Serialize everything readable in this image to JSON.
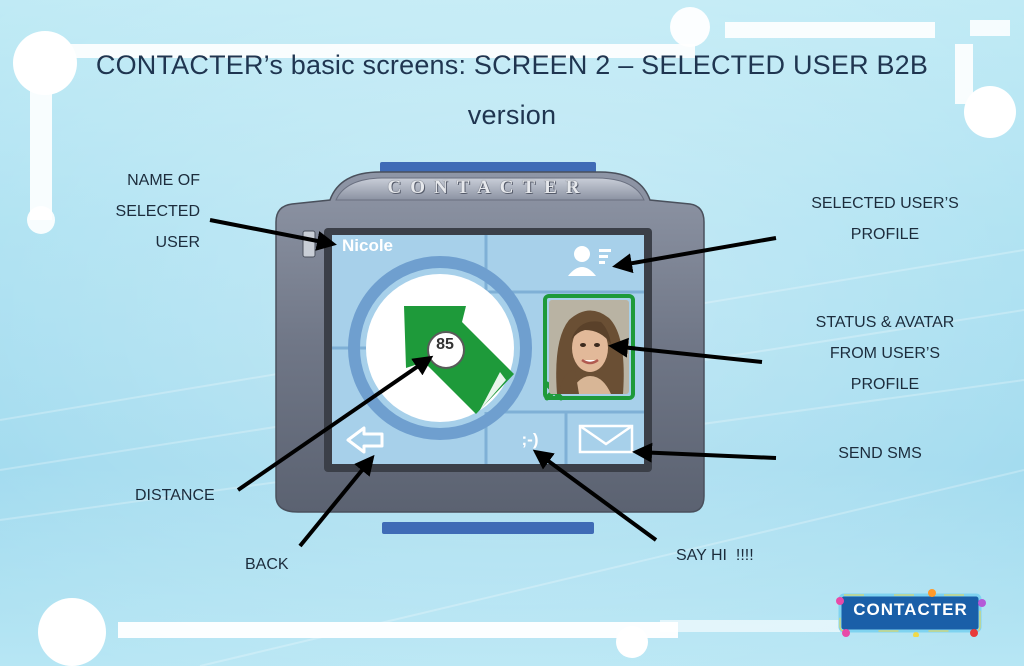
{
  "slide": {
    "title_line1": "CONTACTER’s basic screens: SCREEN 2 – SELECTED USER B2B",
    "title_line2": "version"
  },
  "labels": {
    "name_of_line1": "NAME OF",
    "name_of_line2": "SELECTED USER",
    "selected_profile_line1": "SELECTED USER’S",
    "selected_profile_line2": "PROFILE",
    "status_line1": "STATUS & AVATAR",
    "status_line2": "FROM USER’S",
    "status_line3": "PROFILE",
    "send_sms": "SEND SMS",
    "distance": "DISTANCE",
    "back": "BACK",
    "say_hi": "SAY HI  !!!!"
  },
  "device": {
    "brand": "CONTACTER",
    "user_name": "Nicole",
    "distance_value": "85",
    "say_hi_glyph": ";-)"
  },
  "icons": {
    "profile": "user-profile-icon",
    "back": "arrow-left-icon",
    "sms": "envelope-icon",
    "status": "offline-x-icon",
    "direction": "direction-arrow-icon"
  },
  "colors": {
    "accent_green": "#1e9a3a",
    "screen_blue": "#a7d0ea",
    "title_color": "#1f3550"
  },
  "logo": {
    "text": "CONTACTER"
  }
}
